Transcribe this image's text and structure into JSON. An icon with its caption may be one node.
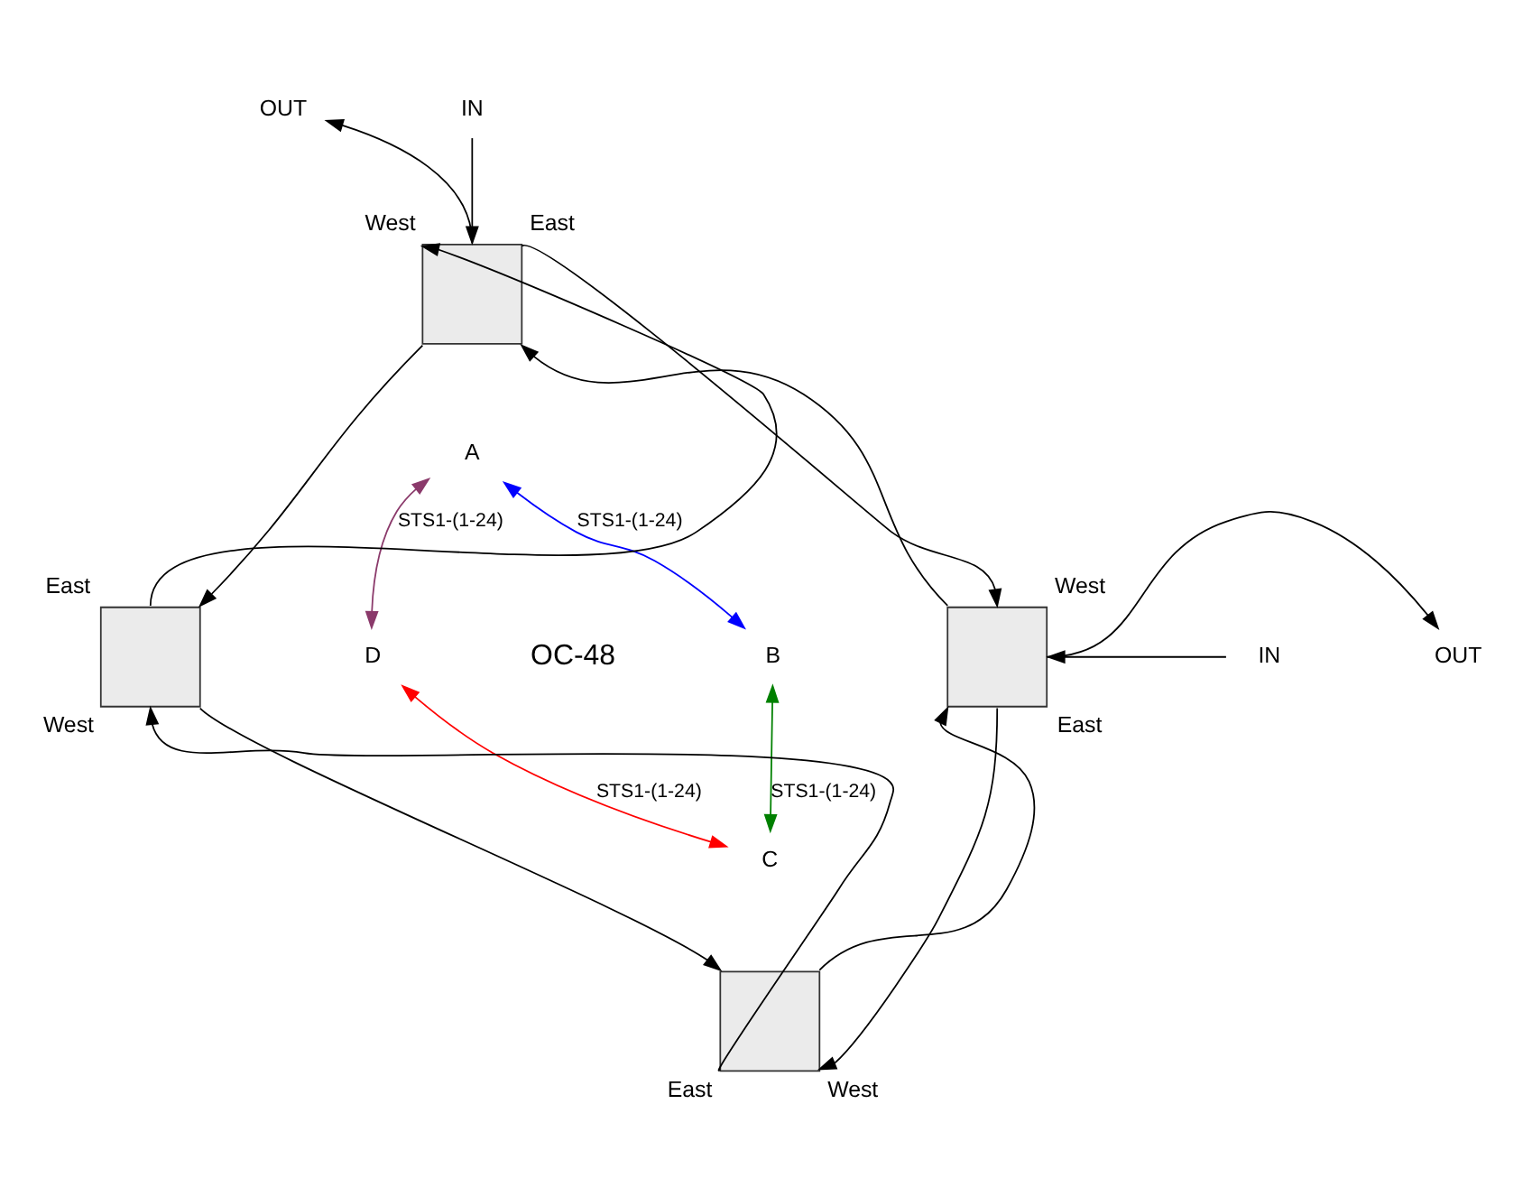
{
  "diagram": {
    "nodes": [
      {
        "text": [
          "OUT"
        ]
      },
      {
        "text": [
          "IN"
        ]
      },
      {
        "text": [],
        "shape": "box",
        "beside": [
          "West",
          "East"
        ]
      },
      {
        "text": [
          "A"
        ]
      },
      {
        "text": [],
        "shape": "box",
        "beside": [
          "East",
          "West"
        ]
      },
      {
        "text": [],
        "shape": "box",
        "beside": [
          "West",
          "East"
        ]
      },
      {
        "text": [
          "OUT"
        ]
      },
      {
        "text": [
          "D"
        ]
      },
      {
        "text": [
          "B"
        ]
      },
      {
        "text": [
          "IN"
        ]
      },
      {
        "text": [
          "C"
        ]
      },
      {
        "text": [],
        "shape": "box",
        "beside": [
          "East",
          "West"
        ]
      }
    ],
    "edges": [
      {
        "from": 2,
        "to": 0,
        "arrow": "to"
      },
      {
        "from": 1,
        "to": 2,
        "arrow": "to"
      },
      {
        "from": 2,
        "to": 5,
        "arrow": "to"
      },
      {
        "from": 5,
        "to": 2,
        "arrow": "to"
      },
      {
        "from": 4,
        "to": 2,
        "arrow": "to"
      },
      {
        "from": 2,
        "to": 4,
        "arrow": "to"
      },
      {
        "from": 5,
        "to": 6,
        "arrow": "to"
      },
      {
        "from": 9,
        "to": 5,
        "arrow": "to"
      },
      {
        "from": 5,
        "to": 11,
        "arrow": "to"
      },
      {
        "from": 11,
        "to": 5,
        "arrow": "to"
      },
      {
        "from": 11,
        "to": 4,
        "arrow": "to"
      },
      {
        "from": 4,
        "to": 11,
        "arrow": "to"
      },
      {
        "from": 3,
        "to": 7,
        "arrow": "both",
        "label": "STS1-(1-24)",
        "color": "#8b3a6b"
      },
      {
        "from": 3,
        "to": 8,
        "arrow": "both",
        "label": "STS1-(1-24)",
        "color": "#0000ff"
      },
      {
        "from": 8,
        "to": 10,
        "arrow": "both",
        "label": "STS1-(1-24)",
        "color": "#008000"
      },
      {
        "from": 10,
        "to": 7,
        "arrow": "both",
        "label": "STS1-(1-24)",
        "color": "#ff0000"
      }
    ],
    "labels": [
      "OC-48"
    ]
  }
}
